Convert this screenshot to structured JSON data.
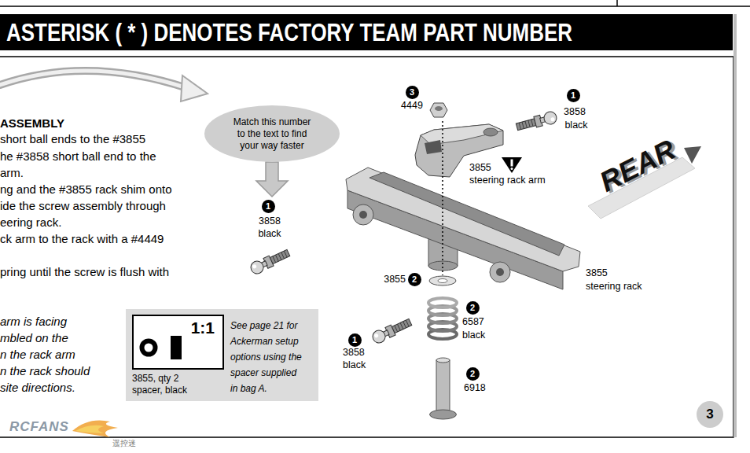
{
  "diagram": {
    "nodes": [
      {
        "text": [
          "ASTERISK ( * ) DENOTES FACTORY TEAM PART NUMBER"
        ]
      },
      {
        "text": [
          "Match this number to the text to find your way faster"
        ]
      },
      {
        "text": [
          "3855, qty 2 spacer, black",
          "See page 21 for Ackerman setup options using the spacer supplied in bag A."
        ]
      },
      {
        "text": [
          "1:1"
        ],
        "in": 2
      },
      {
        "text": [
          "3"
        ]
      }
    ],
    "labels": [
      "ASSEMBLY",
      "short ball ends to the #3855",
      "he #3858 short ball end to the",
      "arm.",
      "ng and the #3855 rack shim onto",
      "ide the screw assembly through",
      "eering rack.",
      "ck arm to the rack with a #4449",
      "pring until the screw is flush with",
      "arm is facing",
      "mbled on the",
      "n the rack arm",
      "n the rack should",
      "site directions.",
      "1",
      "3858",
      "black",
      "3",
      "4449",
      "1",
      "3858",
      "black",
      "3855",
      "steering rack arm",
      "REAR",
      "3855",
      "2",
      "3855",
      "steering rack",
      "2",
      "6587",
      "black",
      "1",
      "3858",
      "black",
      "2",
      "6918",
      "RCFANS",
      "遥控迷"
    ]
  }
}
